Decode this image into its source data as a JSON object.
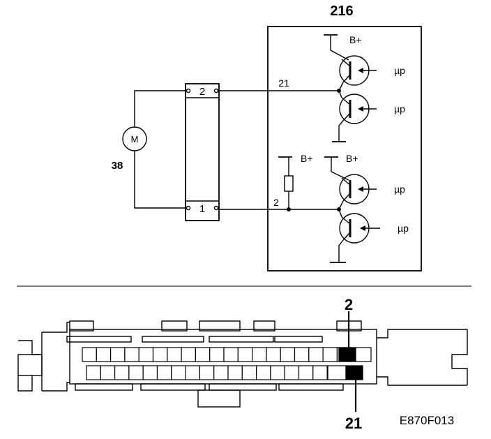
{
  "ecu": {
    "label": "216"
  },
  "motor": {
    "symbol": "M",
    "ref": "38"
  },
  "connector_block": {
    "pin_top": "2",
    "pin_bottom": "1"
  },
  "wires": {
    "upper": "21",
    "lower": "2"
  },
  "supply": {
    "label": "B+"
  },
  "transistor_input": {
    "label": "µp"
  },
  "connector_pinout": {
    "pin_upper": "2",
    "pin_lower": "21",
    "highlight_color": "#000000"
  },
  "figure_code": "E870F013"
}
